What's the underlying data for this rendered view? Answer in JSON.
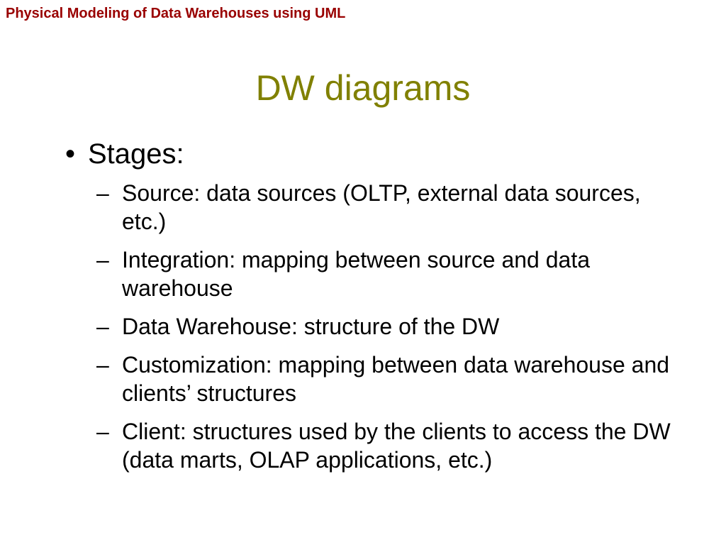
{
  "header": {
    "text": "Physical Modeling of Data Warehouses using UML",
    "color": "#990000"
  },
  "slide": {
    "title": "DW diagrams",
    "title_color": "#808000",
    "bullet": {
      "symbol": "•",
      "text": "Stages:",
      "subitems": [
        {
          "dash": "–",
          "text": "Source: data sources (OLTP, external data sources, etc.)"
        },
        {
          "dash": "–",
          "text": "Integration: mapping between source and data warehouse"
        },
        {
          "dash": "–",
          "text": "Data Warehouse: structure of the DW"
        },
        {
          "dash": "–",
          "text": "Customization: mapping between data warehouse and clients’ structures"
        },
        {
          "dash": "–",
          "text": "Client: structures used by the clients to access the DW (data marts, OLAP applications, etc.)"
        }
      ]
    }
  }
}
